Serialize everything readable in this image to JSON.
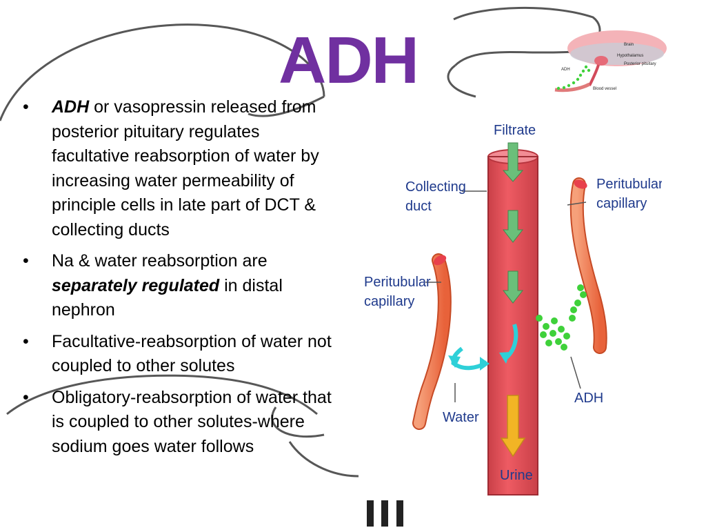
{
  "slide": {
    "title": "ADH",
    "title_color": "#7030a0",
    "bullets": [
      {
        "parts": [
          {
            "text": "ADH",
            "style": "bi"
          },
          {
            "text": " or vasopressin released from posterior pituitary regulates facultative reabsorption of water by increasing water permeability of principle cells in late part of DCT & collecting ducts",
            "style": ""
          }
        ]
      },
      {
        "parts": [
          {
            "text": "Na & water reabsorption are ",
            "style": ""
          },
          {
            "text": "separately regulated",
            "style": "bi"
          },
          {
            "text": " in distal nephron",
            "style": ""
          }
        ]
      },
      {
        "parts": [
          {
            "text": "Facultative-reabsorption of water not coupled to other solutes",
            "style": ""
          }
        ]
      },
      {
        "parts": [
          {
            "text": "Obligatory-reabsorption of water that is coupled to other solutes-where sodium goes water follows",
            "style": ""
          }
        ]
      }
    ],
    "bullet_symbol": "•"
  },
  "brain_figure": {
    "labels": {
      "brain": "Brain",
      "hypothalamus": "Hypothalamus",
      "posterior_pituitary": "Posterior pituitary",
      "adh": "ADH",
      "blood_vessel": "Blood vessel"
    }
  },
  "diagram": {
    "labels": {
      "filtrate": "Filtrate",
      "collecting_duct": "Collecting duct",
      "peritubular_capillary_right": "Peritubular capillary",
      "peritubular_capillary_left": "Peritubular capillary",
      "water": "Water",
      "adh": "ADH",
      "urine": "Urine"
    },
    "colors": {
      "duct": "#ee5b63",
      "capillary": "#f58a5a",
      "arrow_flow": "#6bbf7a",
      "arrow_water": "#2ed0d8",
      "arrow_urine": "#f2b425",
      "adh_dots": "#3fd13a",
      "label": "#1f3a8c"
    }
  }
}
